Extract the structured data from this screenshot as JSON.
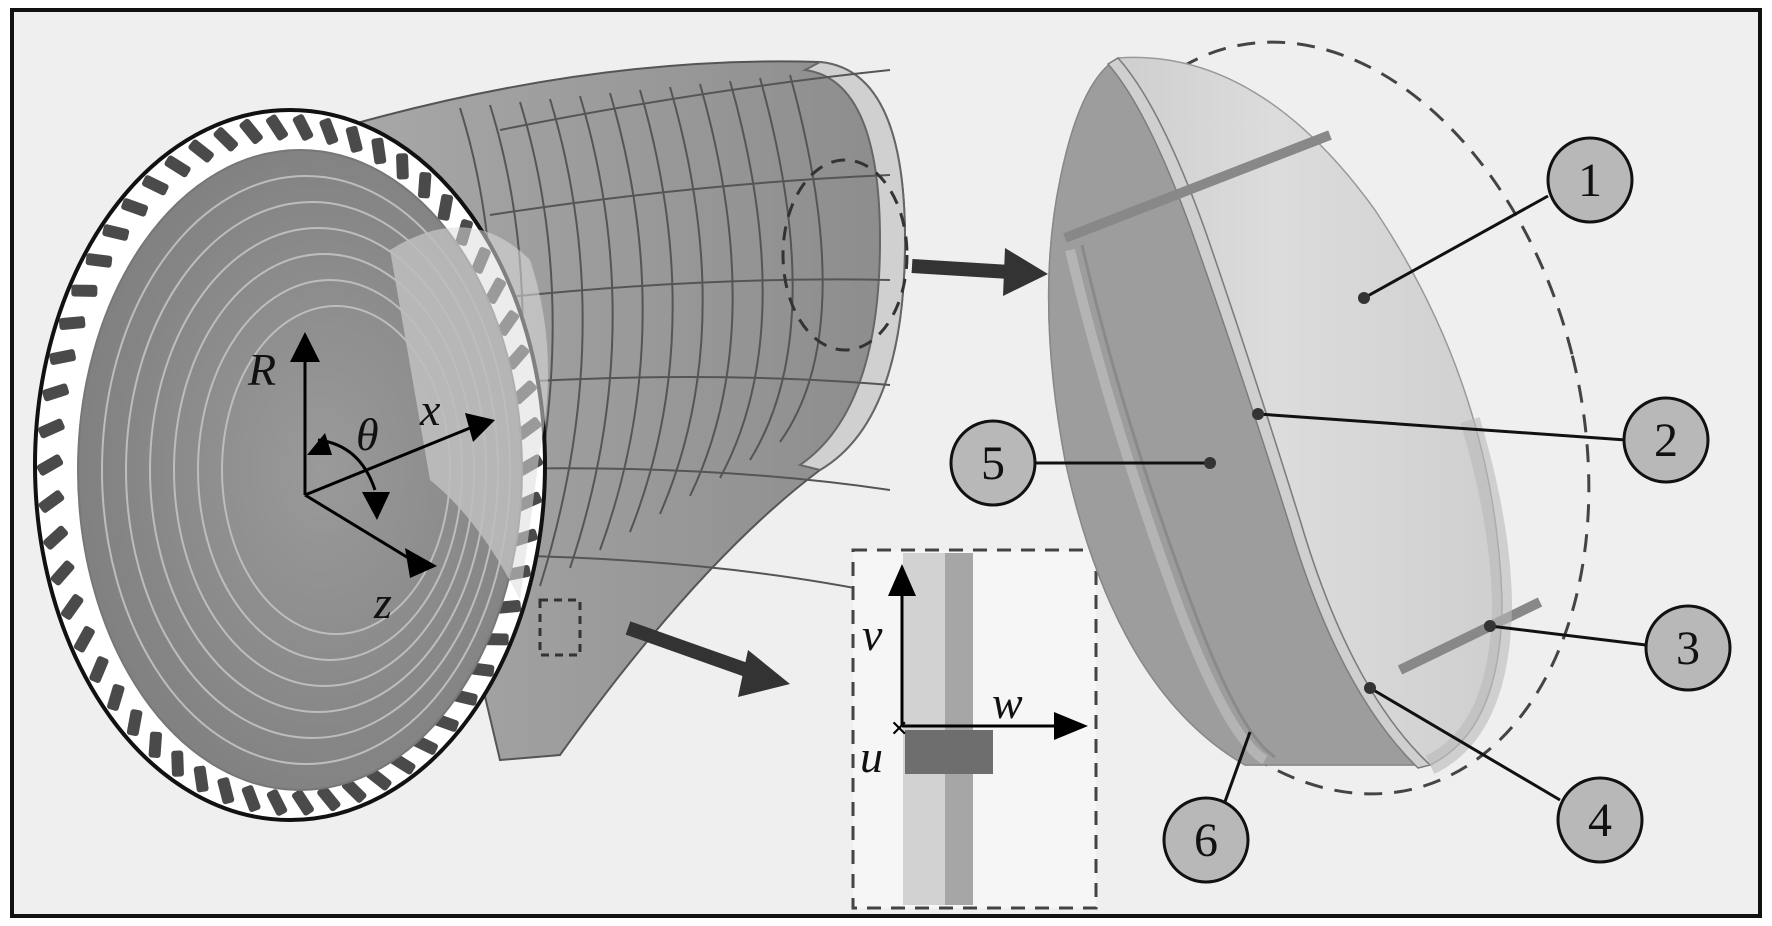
{
  "coordinate_axes": {
    "radial": "R",
    "angular": "θ",
    "axial": "x",
    "transverse": "z"
  },
  "local_axes": {
    "vertical": "v",
    "horizontal": "w",
    "normal": "u"
  },
  "callouts": [
    "1",
    "2",
    "3",
    "4",
    "5",
    "6"
  ],
  "colors": {
    "frame": "#111111",
    "panel_background": "#efefef",
    "cylinder_inner": "#8a8a8a",
    "cylinder_outer": "#9c9c9c",
    "shell_light": "#d6d6d6",
    "shell_mid": "#b5b5b5",
    "callout_fill": "#b8b8b8",
    "arrow": "#333333"
  }
}
